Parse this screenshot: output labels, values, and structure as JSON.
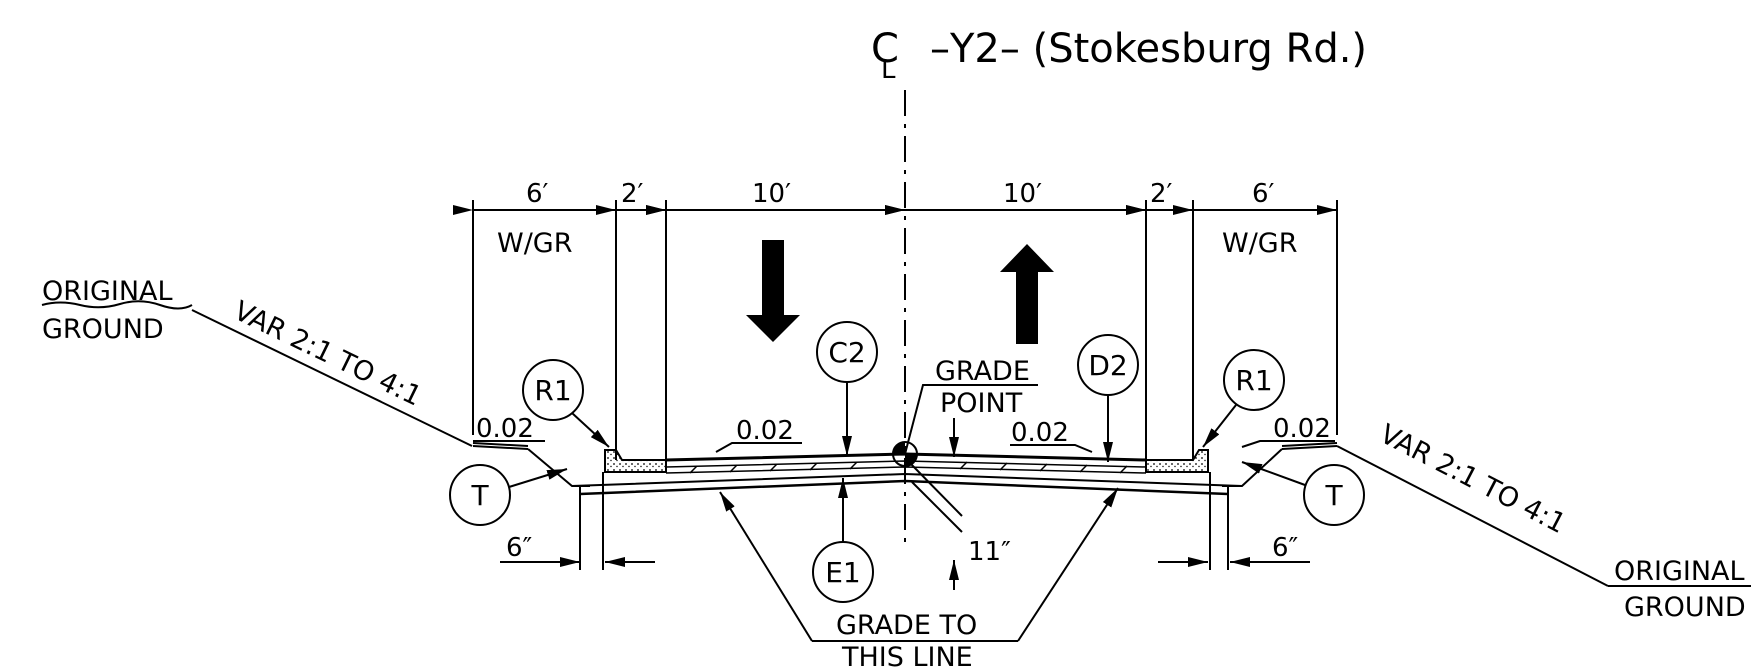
{
  "title": {
    "centerline_symbol": "C",
    "centerline_sub": "L",
    "road": "–Y2– (Stokesburg Rd.)"
  },
  "dimensions": {
    "left_shoulder": "6′",
    "left_gutter": "2′",
    "left_lane": "10′",
    "right_lane": "10′",
    "right_gutter": "2′",
    "right_shoulder": "6′",
    "left_guardrail": "W/GR",
    "right_guardrail": "W/GR",
    "left_curb": "6″",
    "right_curb": "6″",
    "pavement_depth": "11″"
  },
  "slopes": {
    "left_shoulder": "0.02",
    "left_lane": "0.02",
    "right_lane": "0.02",
    "right_shoulder": "0.02",
    "left_fill": "VAR 2:1 TO  4:1",
    "right_fill": "VAR 2:1 TO  4:1"
  },
  "labels": {
    "left_ground_1": "ORIGINAL",
    "left_ground_2": "GROUND",
    "right_ground_1": "ORIGINAL",
    "right_ground_2": "GROUND",
    "grade_point_1": "GRADE",
    "grade_point_2": "POINT",
    "grade_line_1": "GRADE  TO",
    "grade_line_2": "THIS  LINE"
  },
  "callouts": {
    "r1_left": "R1",
    "r1_right": "R1",
    "c2": "C2",
    "d2": "D2",
    "e1": "E1",
    "t_left": "T",
    "t_right": "T"
  },
  "colors": {
    "ink": "#000000",
    "paper": "#ffffff"
  }
}
